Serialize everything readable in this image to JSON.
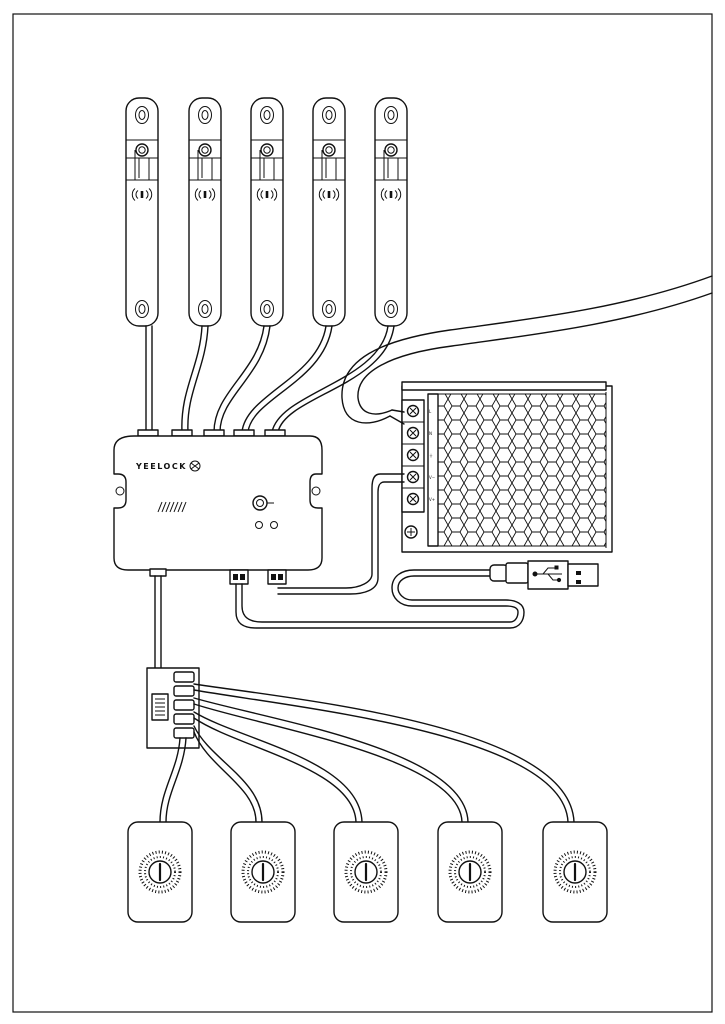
{
  "diagram": {
    "brand": "YEELOCK",
    "strike_count": 5,
    "pad_count": 5,
    "terminal_labels": [
      "L",
      "N",
      "⏚",
      "V−",
      "V+"
    ],
    "colors": {
      "line": "#111111",
      "background": "#ffffff"
    },
    "icons": [
      "wireless-icon",
      "usb-icon",
      "power-switch-icon",
      "adjust-screw-icon",
      "fingerprint-icon"
    ]
  }
}
